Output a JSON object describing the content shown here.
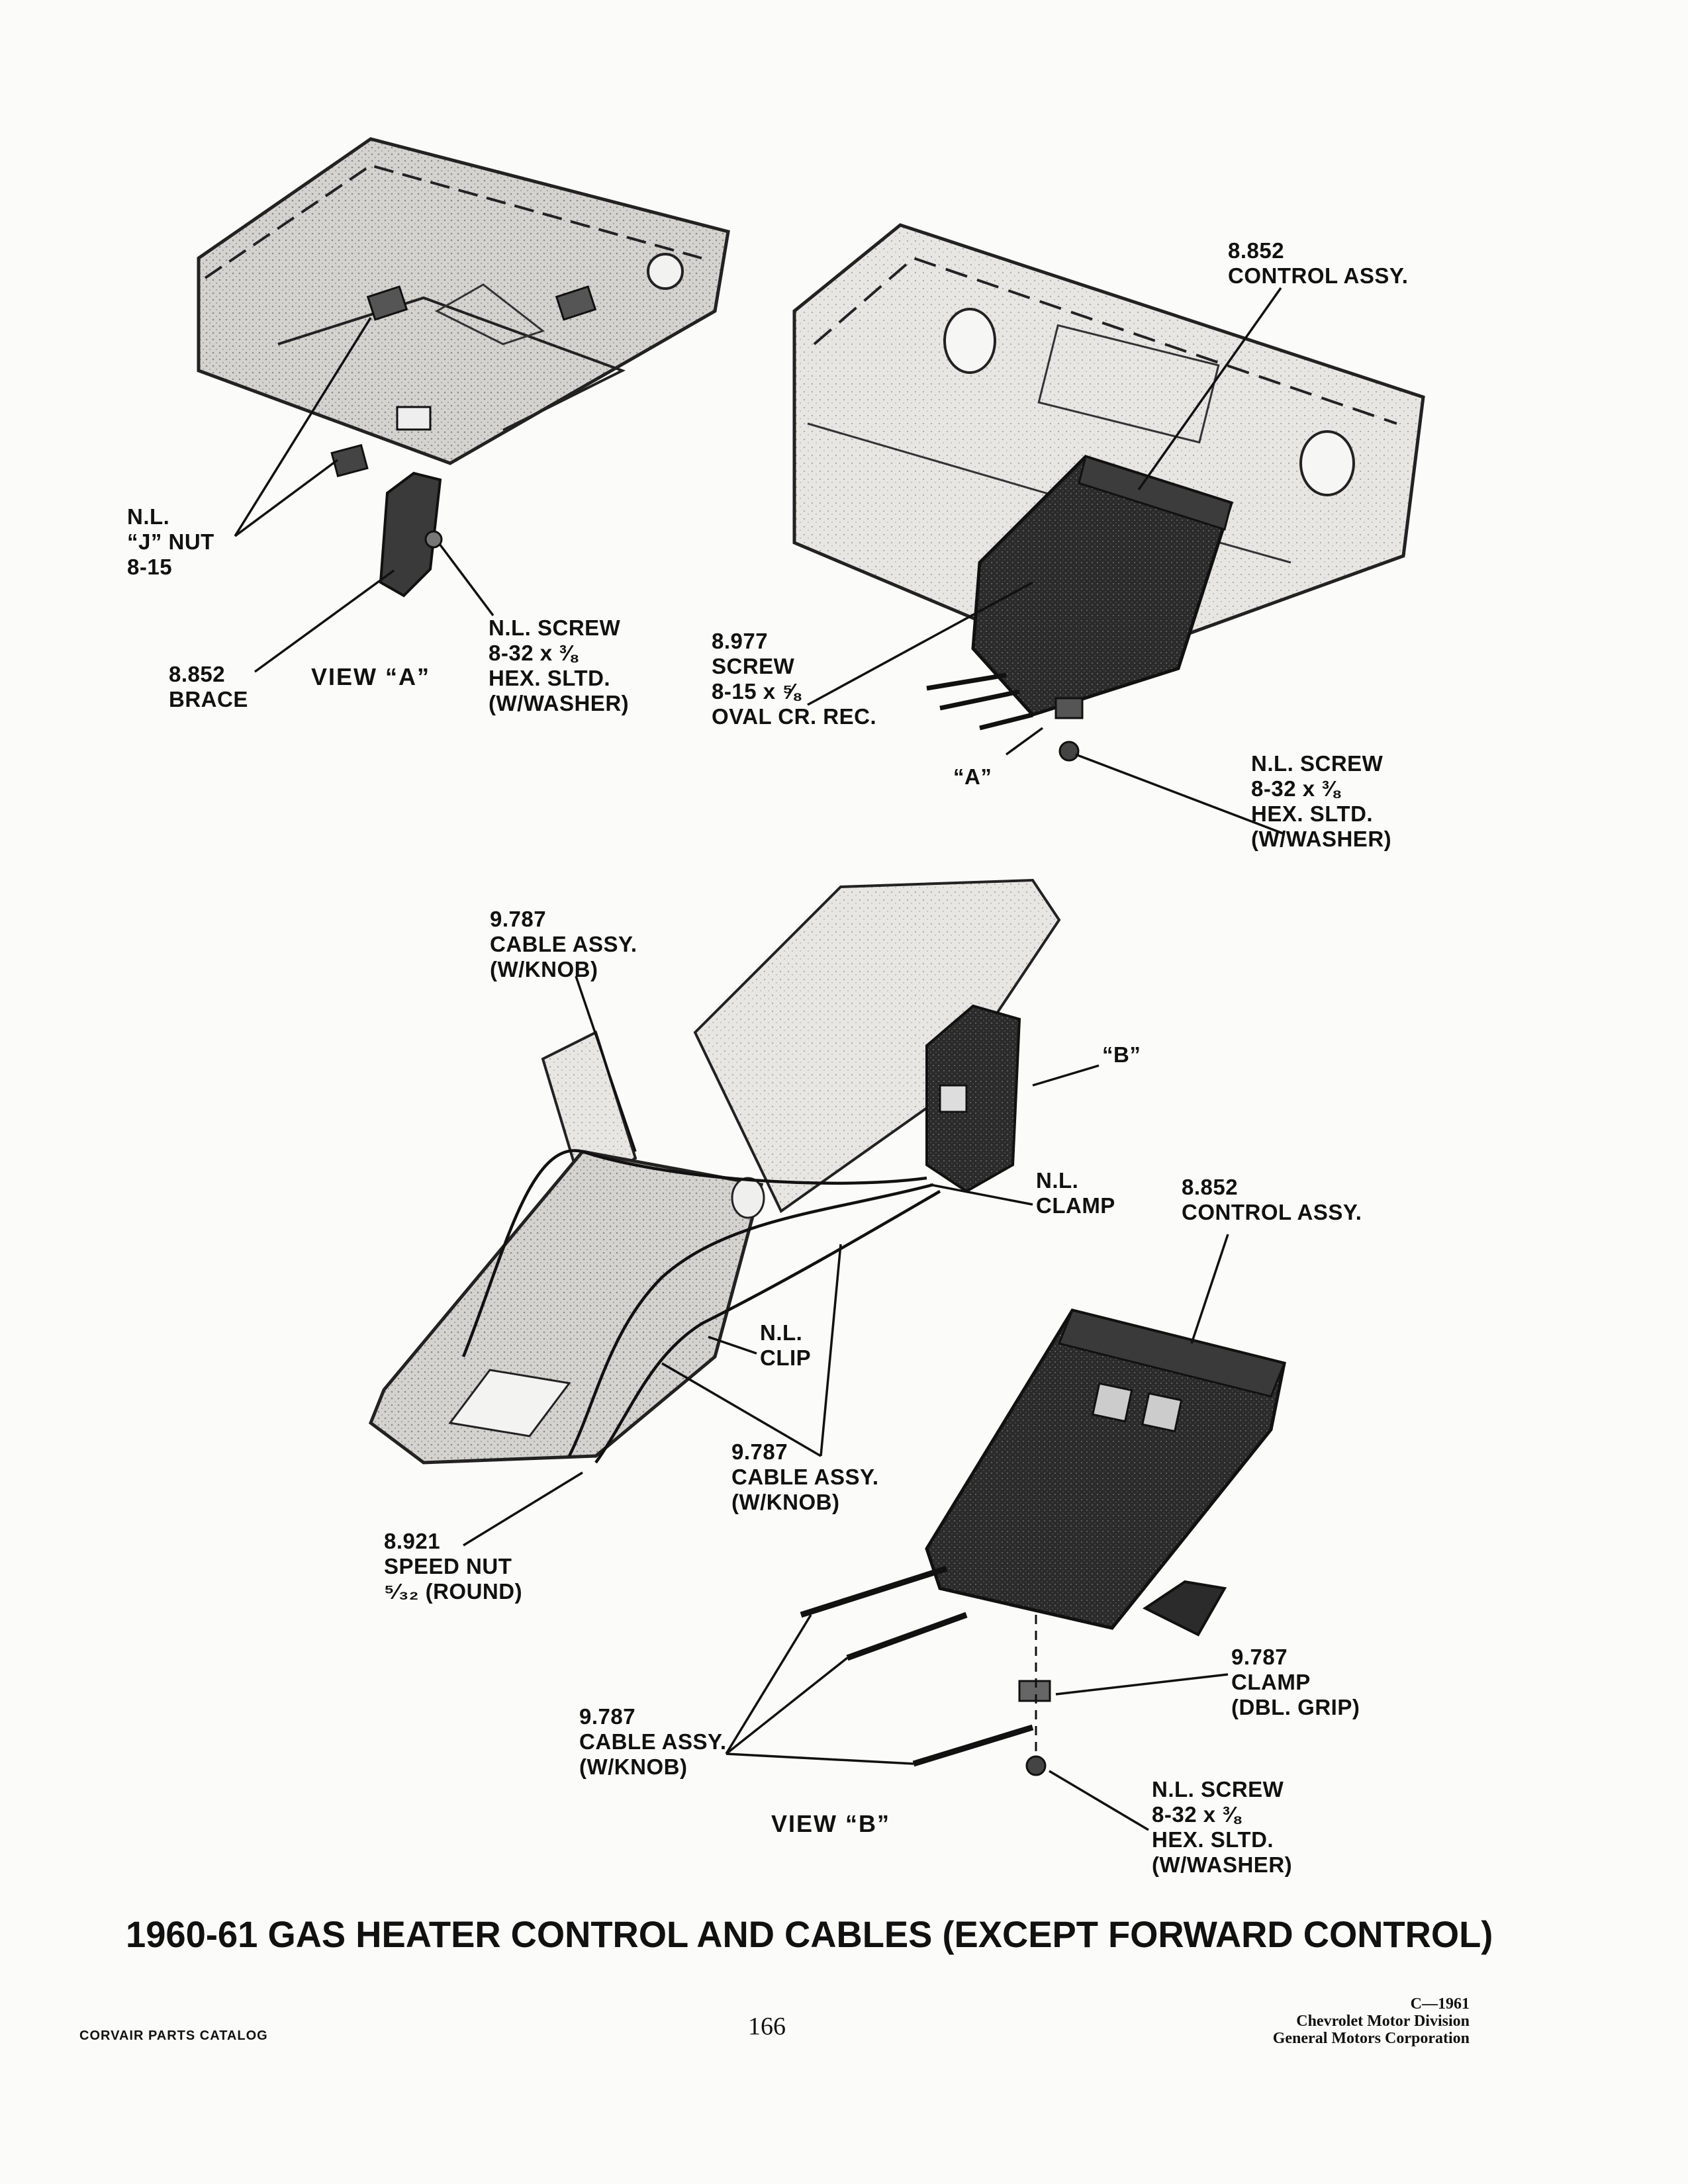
{
  "labels": {
    "jnut": [
      "N.L.",
      "“J” NUT",
      "8-15"
    ],
    "brace": [
      "8.852",
      "BRACE"
    ],
    "screw_a": [
      "N.L. SCREW",
      "8-32 x ⅜",
      "HEX. SLTD.",
      "(W/WASHER)"
    ],
    "control_top": [
      "8.852",
      "CONTROL ASSY."
    ],
    "screw_8977": [
      "8.977",
      "SCREW",
      "8-15 x ⅝",
      "OVAL CR. REC."
    ],
    "callout_a": "“A”",
    "screw_top_right": [
      "N.L. SCREW",
      "8-32 x ⅜",
      "HEX. SLTD.",
      "(W/WASHER)"
    ],
    "cable_top": [
      "9.787",
      "CABLE ASSY.",
      "(W/KNOB)"
    ],
    "callout_b": "“B”",
    "clamp": [
      "N.L.",
      "CLAMP"
    ],
    "control_mid": [
      "8.852",
      "CONTROL ASSY."
    ],
    "clip": [
      "N.L.",
      "CLIP"
    ],
    "cable_mid": [
      "9.787",
      "CABLE ASSY.",
      "(W/KNOB)"
    ],
    "speed_nut": [
      "8.921",
      "SPEED NUT",
      "⁵⁄₃₂ (ROUND)"
    ],
    "clamp_dbl": [
      "9.787",
      "CLAMP",
      "(DBL. GRIP)"
    ],
    "cable_bottom": [
      "9.787",
      "CABLE ASSY.",
      "(W/KNOB)"
    ],
    "screw_b": [
      "N.L. SCREW",
      "8-32 x ⅜",
      "HEX. SLTD.",
      "(W/WASHER)"
    ]
  },
  "views": {
    "a": "VIEW “A”",
    "b": "VIEW “B”"
  },
  "caption": "1960-61 GAS HEATER CONTROL AND CABLES (EXCEPT FORWARD CONTROL)",
  "footer": {
    "catalog": "CORVAIR PARTS CATALOG",
    "page_number": "166",
    "copyright": [
      "C—1961",
      "Chevrolet Motor Division",
      "General Motors Corporation"
    ]
  }
}
